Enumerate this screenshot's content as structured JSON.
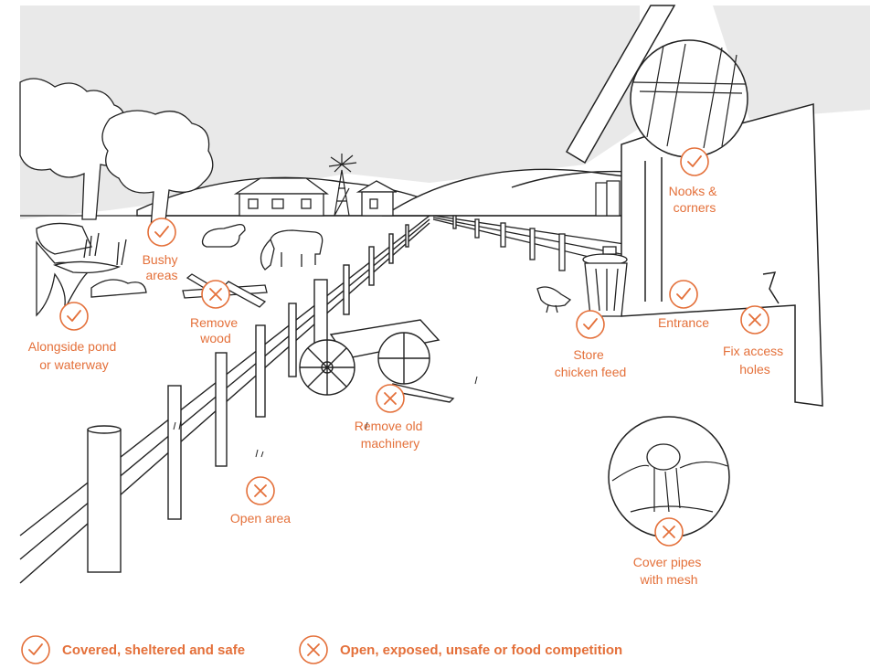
{
  "markers": {
    "bushy_areas": {
      "kind": "check",
      "lines": [
        "Bushy",
        "areas"
      ]
    },
    "pond": {
      "kind": "check",
      "lines": [
        "Alongside pond",
        "or waterway"
      ]
    },
    "remove_wood": {
      "kind": "cross",
      "lines": [
        "Remove",
        "wood"
      ]
    },
    "remove_machinery": {
      "kind": "cross",
      "lines": [
        "Remove old",
        "machinery"
      ]
    },
    "open_area": {
      "kind": "cross",
      "lines": [
        "Open area"
      ]
    },
    "chicken_feed": {
      "kind": "check",
      "lines": [
        "Store",
        "chicken feed"
      ]
    },
    "entrance": {
      "kind": "check",
      "lines": [
        "Entrance"
      ]
    },
    "nooks": {
      "kind": "check",
      "lines": [
        "Nooks &",
        "corners"
      ]
    },
    "access_holes": {
      "kind": "cross",
      "lines": [
        "Fix access",
        "holes"
      ]
    },
    "pipes": {
      "kind": "cross",
      "lines": [
        "Cover pipes",
        "with mesh"
      ]
    }
  },
  "legend": {
    "check": {
      "label": "Covered, sheltered and safe",
      "icon": "check-circle-icon"
    },
    "cross": {
      "label": "Open, exposed, unsafe or food competition",
      "icon": "cross-circle-icon"
    }
  },
  "colors": {
    "accent": "#e4703a",
    "sky": "#e9e9e9",
    "line": "#222222"
  }
}
